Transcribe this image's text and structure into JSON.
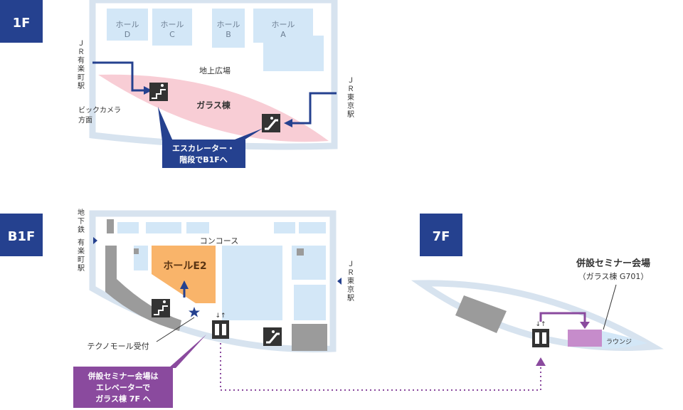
{
  "floors": {
    "f1": "1F",
    "b1f": "B1F",
    "f7": "7F"
  },
  "floor_1": {
    "halls": [
      {
        "line1": "ホール",
        "line2": "D"
      },
      {
        "line1": "ホール",
        "line2": "C"
      },
      {
        "line1": "ホール",
        "line2": "B"
      },
      {
        "line1": "ホール",
        "line2": "A"
      }
    ],
    "plaza": "地上広場",
    "glass_building": "ガラス棟",
    "west_station": [
      "Ｊ",
      "Ｒ",
      "有",
      "楽",
      "町",
      "駅"
    ],
    "east_station": [
      "Ｊ",
      "Ｒ",
      "東",
      "京",
      "駅"
    ],
    "bic_camera": [
      "ビックカメラ",
      "方面"
    ],
    "callout": [
      "エスカレーター・",
      "階段でB1Fへ"
    ]
  },
  "floor_b1": {
    "concourse": "コンコース",
    "hall_e2": "ホールE2",
    "west_station": [
      "地",
      "下",
      "鉄",
      "有",
      "楽",
      "町",
      "駅"
    ],
    "east_station": [
      "Ｊ",
      "Ｒ",
      "東",
      "京",
      "駅"
    ],
    "reception": "テクノモール受付",
    "callout": [
      "併設セミナー会場は",
      "エレベーターで",
      "ガラス棟 7F へ"
    ]
  },
  "floor_7": {
    "seminar_title": "併設セミナー会場",
    "seminar_sub": "（ガラス棟 G701）",
    "lounge": "ラウンジ"
  },
  "colors": {
    "navy": "#25418f",
    "hall": "#d3e7f7",
    "outline": "#d7e3ef",
    "glass": "#f8cdd5",
    "orange": "#f9b46a",
    "purple": "#8a4a9e",
    "lavender": "#c68ccb",
    "gray": "#9b9b9b",
    "icon": "#333333"
  }
}
